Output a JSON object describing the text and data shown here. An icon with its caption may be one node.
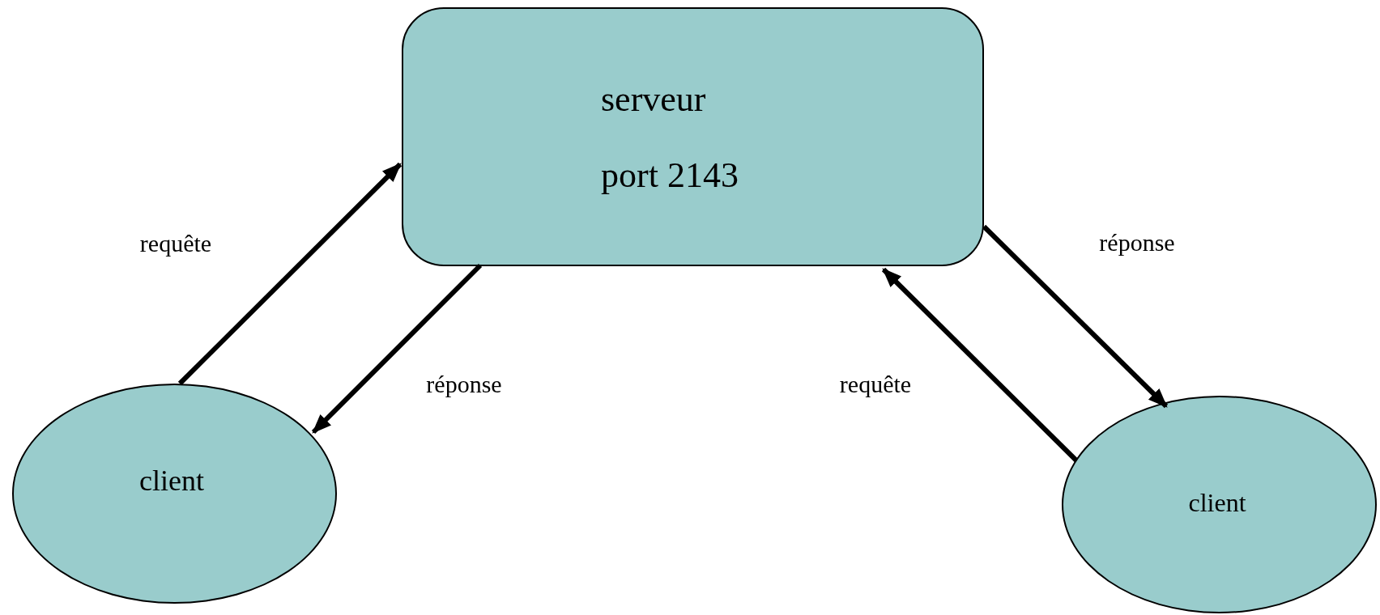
{
  "diagram": {
    "nodes": [
      {
        "text": [
          "serveur",
          "port 2143"
        ]
      },
      {
        "text": [
          "client"
        ]
      },
      {
        "text": [
          "client"
        ]
      }
    ],
    "edges": [
      {
        "from": 1,
        "to": 0,
        "arrow": "to",
        "label": "requête"
      },
      {
        "from": 0,
        "to": 1,
        "arrow": "to",
        "label": "réponse"
      },
      {
        "from": 2,
        "to": 0,
        "arrow": "to",
        "label": "requête"
      },
      {
        "from": 0,
        "to": 2,
        "arrow": "to",
        "label": "réponse"
      }
    ]
  }
}
